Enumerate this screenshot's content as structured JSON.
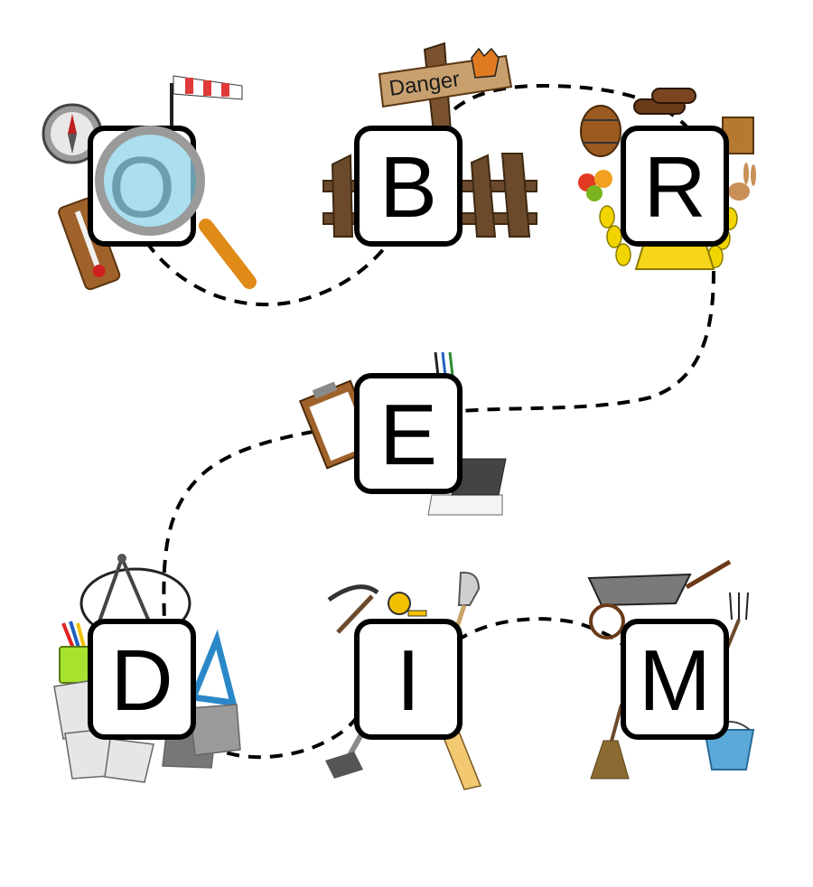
{
  "diagram": {
    "sign_text": "Danger",
    "stages": [
      {
        "letter": "O"
      },
      {
        "letter": "B"
      },
      {
        "letter": "R"
      },
      {
        "letter": "E"
      },
      {
        "letter": "D"
      },
      {
        "letter": "I"
      },
      {
        "letter": "M"
      }
    ]
  },
  "colors": {
    "background": "#ffffff",
    "tile_fill": "#ffffff",
    "tile_stroke": "#000000",
    "path_stroke": "#000000",
    "wood": "#6b4a2b",
    "ring_gold": "#f2d500",
    "windsock_red": "#e03a3a",
    "lens_blue": "#8fd3e8",
    "pencil_cup": "#a6e22e",
    "bucket_blue": "#5aa9d8"
  }
}
